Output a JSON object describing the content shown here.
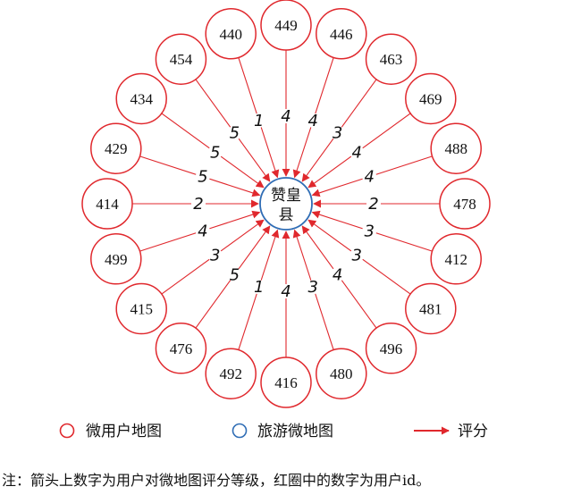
{
  "center": {
    "line1": "赞皇",
    "line2": "县"
  },
  "users": [
    {
      "id": "449",
      "score": "4"
    },
    {
      "id": "446",
      "score": "4"
    },
    {
      "id": "463",
      "score": "3"
    },
    {
      "id": "469",
      "score": "4"
    },
    {
      "id": "488",
      "score": "4"
    },
    {
      "id": "478",
      "score": "2"
    },
    {
      "id": "412",
      "score": "3"
    },
    {
      "id": "481",
      "score": "3"
    },
    {
      "id": "496",
      "score": "4"
    },
    {
      "id": "480",
      "score": "3"
    },
    {
      "id": "416",
      "score": "4"
    },
    {
      "id": "492",
      "score": "1"
    },
    {
      "id": "476",
      "score": "5"
    },
    {
      "id": "415",
      "score": "3"
    },
    {
      "id": "499",
      "score": "4"
    },
    {
      "id": "414",
      "score": "2"
    },
    {
      "id": "429",
      "score": "5"
    },
    {
      "id": "434",
      "score": "5"
    },
    {
      "id": "454",
      "score": "5"
    },
    {
      "id": "440",
      "score": "1"
    }
  ],
  "legend": {
    "user_map": "微用户地图",
    "travel_map": "旅游微地图",
    "rating": "评分"
  },
  "colors": {
    "user": "#e0282d",
    "center": "#2f6db5",
    "arrow": "#e0282d"
  },
  "note": "注：箭头上数字为用户对微地图评分等级，红圈中的数字为用户id。"
}
